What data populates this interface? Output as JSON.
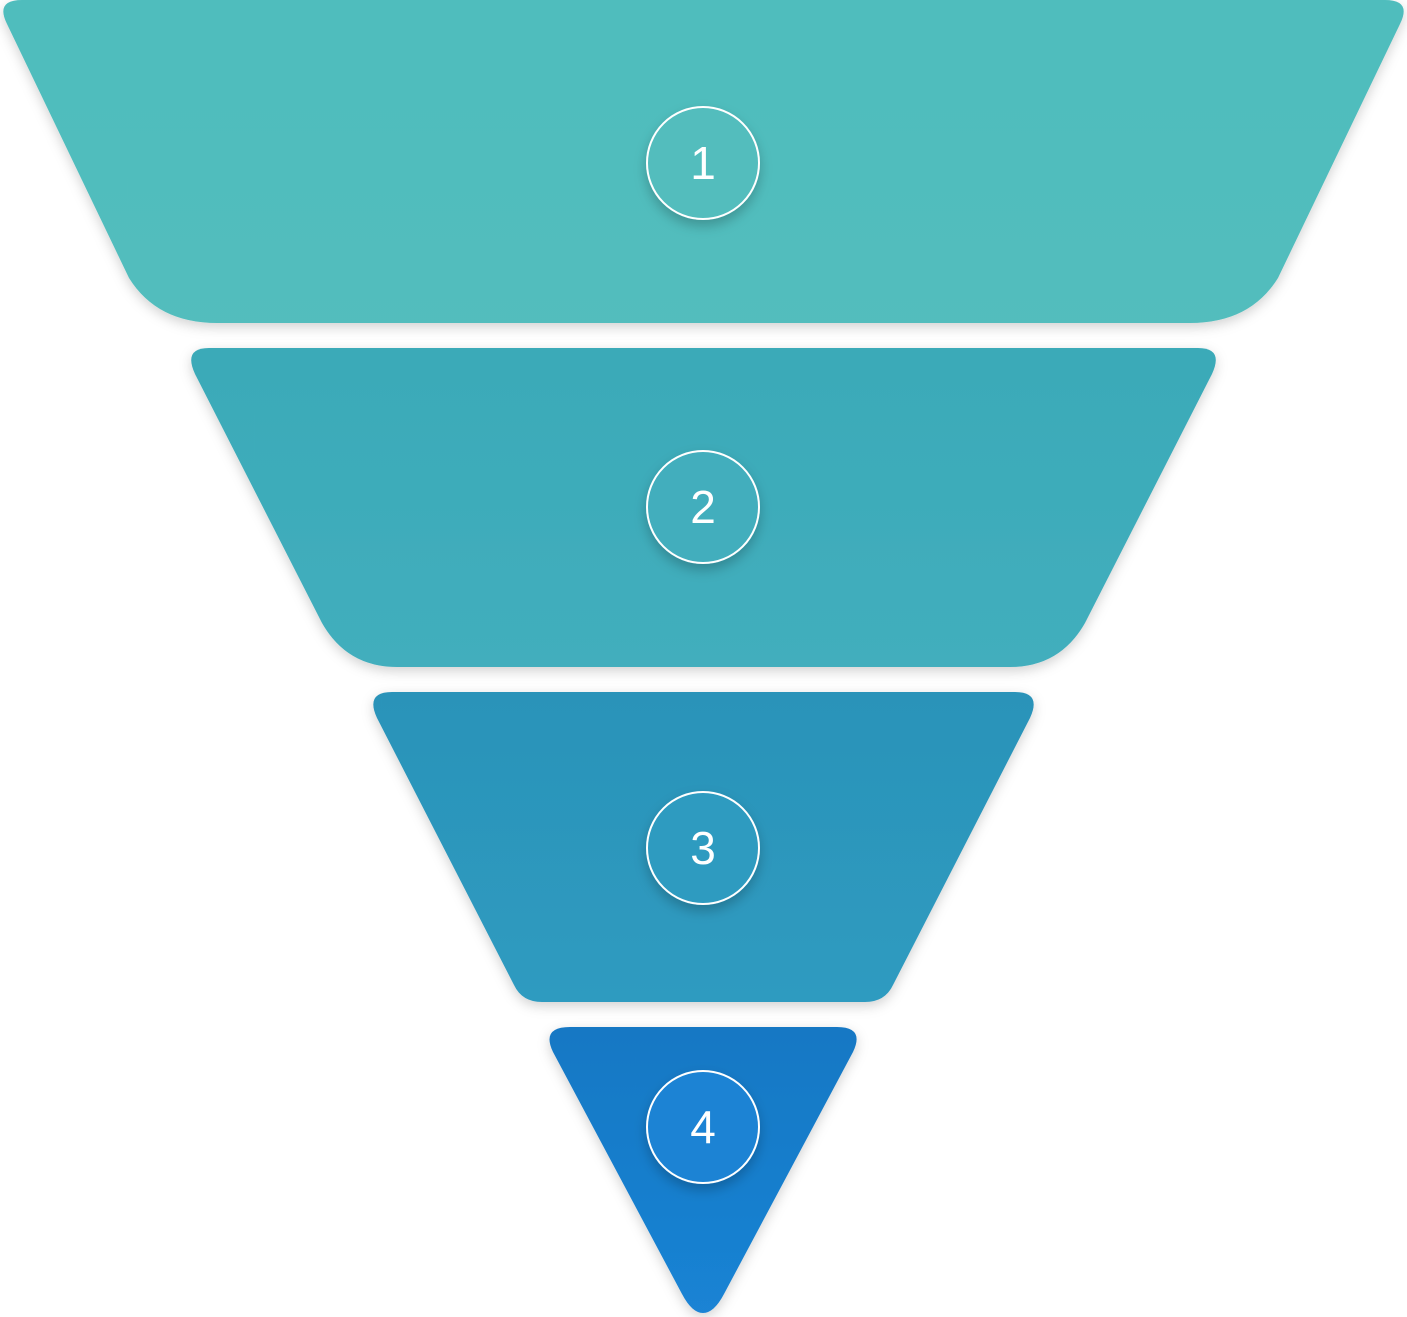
{
  "diagram": {
    "type": "funnel",
    "stages": [
      {
        "label": "1",
        "color_top": "#4fbdbd",
        "color_bottom": "#52bdbd"
      },
      {
        "label": "2",
        "color_top": "#3aaab8",
        "color_bottom": "#42aebd"
      },
      {
        "label": "3",
        "color_top": "#2b93b9",
        "color_bottom": "#2e9bc0"
      },
      {
        "label": "4",
        "color_top": "#1578c4",
        "color_bottom": "#1a83d4"
      }
    ],
    "badge_ring_color": "#ffffff"
  }
}
